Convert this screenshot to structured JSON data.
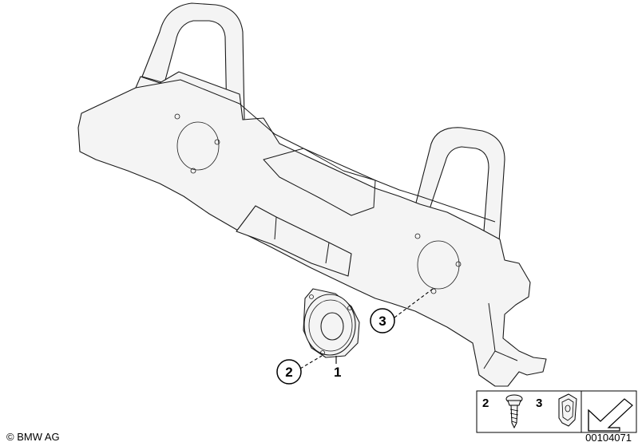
{
  "callouts": [
    {
      "id": "1",
      "label": "1"
    },
    {
      "id": "2",
      "label": "2"
    },
    {
      "id": "3",
      "label": "3"
    }
  ],
  "legend": {
    "items": [
      {
        "label": "2"
      },
      {
        "label": "3"
      }
    ]
  },
  "footer": {
    "copyright": "© BMW AG",
    "diagram_number": "00104071"
  },
  "colors": {
    "line": "#1a1a1a",
    "fill": "#f4f4f4",
    "background": "#ffffff"
  }
}
